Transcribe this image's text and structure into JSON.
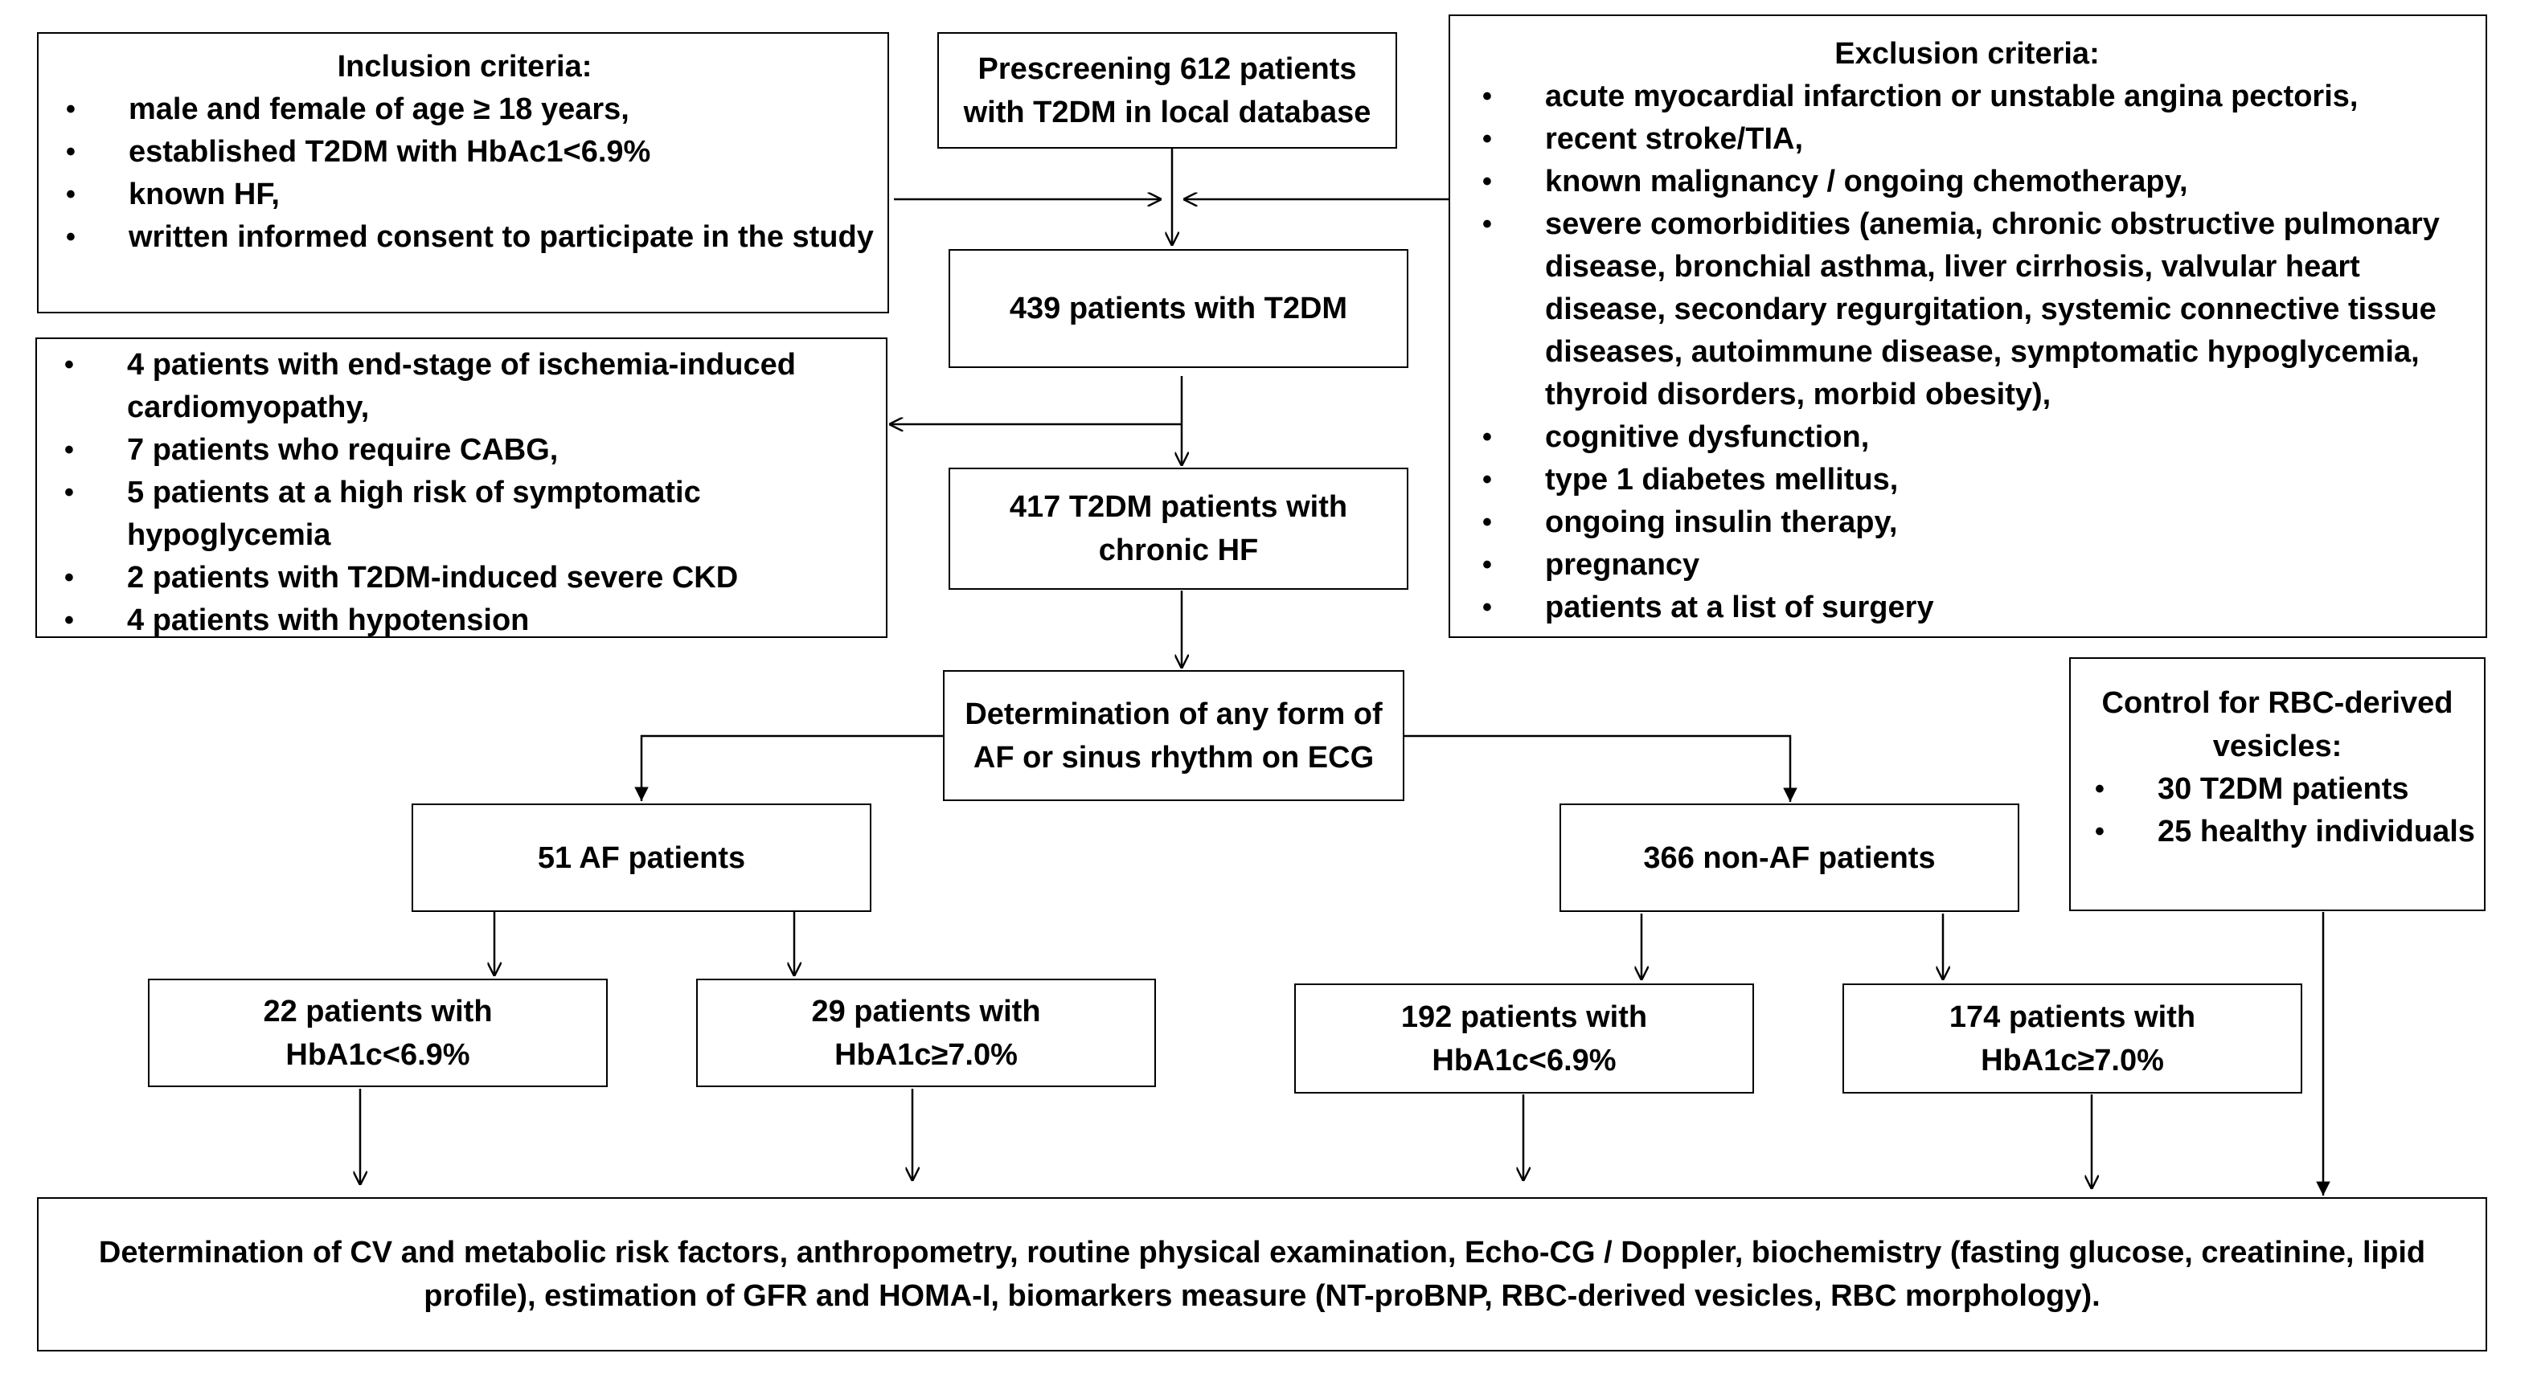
{
  "prescreening": "Prescreening 612 patients with T2DM in local database",
  "inclusion": {
    "title": "Inclusion criteria:",
    "items": [
      "male and female of age ≥ 18 years,",
      "established T2DM with HbAc1<6.9%",
      "known HF,",
      "written informed consent to participate in the study"
    ]
  },
  "exclusion": {
    "title": "Exclusion criteria:",
    "items": [
      "acute myocardial infarction or unstable angina pectoris,",
      "recent stroke/TIA,",
      "known malignancy / ongoing chemotherapy,",
      "severe comorbidities (anemia, chronic obstructive pulmonary disease, bronchial asthma, liver cirrhosis, valvular heart disease, secondary regurgitation, systemic connective tissue diseases, autoimmune disease, symptomatic hypoglycemia, thyroid disorders, morbid obesity),",
      "cognitive dysfunction,",
      "type 1 diabetes mellitus,",
      "ongoing insulin therapy,",
      "pregnancy",
      "patients at a list of surgery"
    ]
  },
  "n439": "439 patients with T2DM",
  "excluded_patients": [
    "4 patients with end-stage of ischemia-induced cardiomyopathy,",
    "7 patients who require CABG,",
    "5 patients at a high risk of symptomatic hypoglycemia",
    "2 patients with T2DM-induced severe CKD",
    "4 patients with hypotension"
  ],
  "n417": "417 T2DM patients with chronic HF",
  "determination_af": "Determination of any form of AF or sinus rhythm on ECG",
  "af": "51 AF patients",
  "nonaf": "366 non-AF patients",
  "control": {
    "title": "Control for RBC-derived vesicles:",
    "items": [
      "30 T2DM patients",
      "25 healthy individuals"
    ]
  },
  "g22": "22 patients with HbA1c<6.9%",
  "g29": "29 patients with HbA1c≥7.0%",
  "g192": "192 patients with HbA1c<6.9%",
  "g174": "174 patients with HbA1c≥7.0%",
  "final": "Determination of CV and metabolic risk factors,  anthropometry, routine physical examination, Echo-CG / Doppler, biochemistry (fasting glucose, creatinine, lipid profile), estimation of GFR and HOMA-I, biomarkers measure (NT-proBNP,  RBC-derived vesicles, RBC morphology)."
}
